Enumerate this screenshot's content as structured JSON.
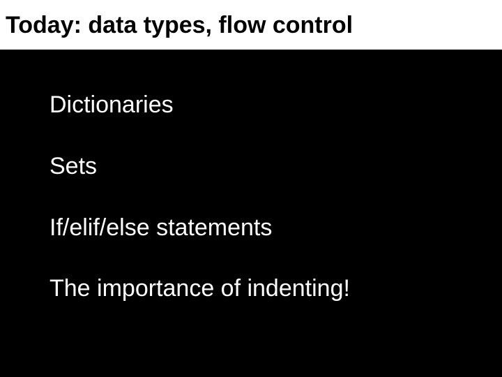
{
  "slide": {
    "title": "Today: data types, flow control",
    "bullets": [
      {
        "label": "Dictionaries"
      },
      {
        "label": "Sets"
      },
      {
        "label": "If/elif/else statements"
      },
      {
        "label": "The importance of indenting!"
      }
    ]
  },
  "colors": {
    "header_bg": "#ffffff",
    "header_text": "#000000",
    "body_bg": "#000000",
    "body_text": "#ffffff"
  }
}
